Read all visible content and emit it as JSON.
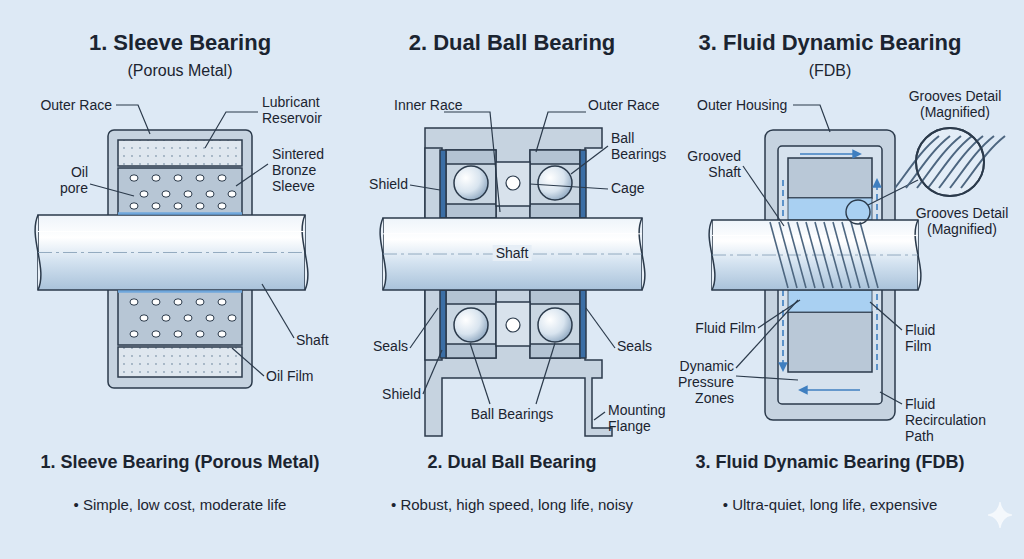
{
  "diagram": {
    "labels": [
      "1. Sleeve Bearing",
      "(Porous Metal)",
      "2. Dual Ball Bearing",
      "3. Fluid Dynamic Bearing",
      "(FDB)",
      "Outer Race",
      "Lubricant Reservoir",
      "Oil pore",
      "Sintered Bronze Sleeve",
      "Shaft",
      "Oil Film",
      "Inner Race",
      "Outer Race",
      "Ball Bearings",
      "Shield",
      "Cage",
      "Shaft",
      "Seals",
      "Seals",
      "Shield",
      "Ball Bearings",
      "Mounting Flange",
      "Outer Housing",
      "Grooves Detail (Magnified)",
      "Grooved Shaft",
      "Grooves Detail (Magnified)",
      "Fluid Film",
      "Fluid Film",
      "Dynamic Pressure Zones",
      "Fluid Recirculation Path",
      "1. Sleeve Bearing (Porous Metal)",
      "• Simple, low cost, moderate life",
      "2. Dual Ball Bearing",
      "• Robust, high speed, long life, noisy",
      "3. Fluid Dynamic Bearing (FDB)",
      "• Ultra-quiet, long life, expensive"
    ]
  }
}
